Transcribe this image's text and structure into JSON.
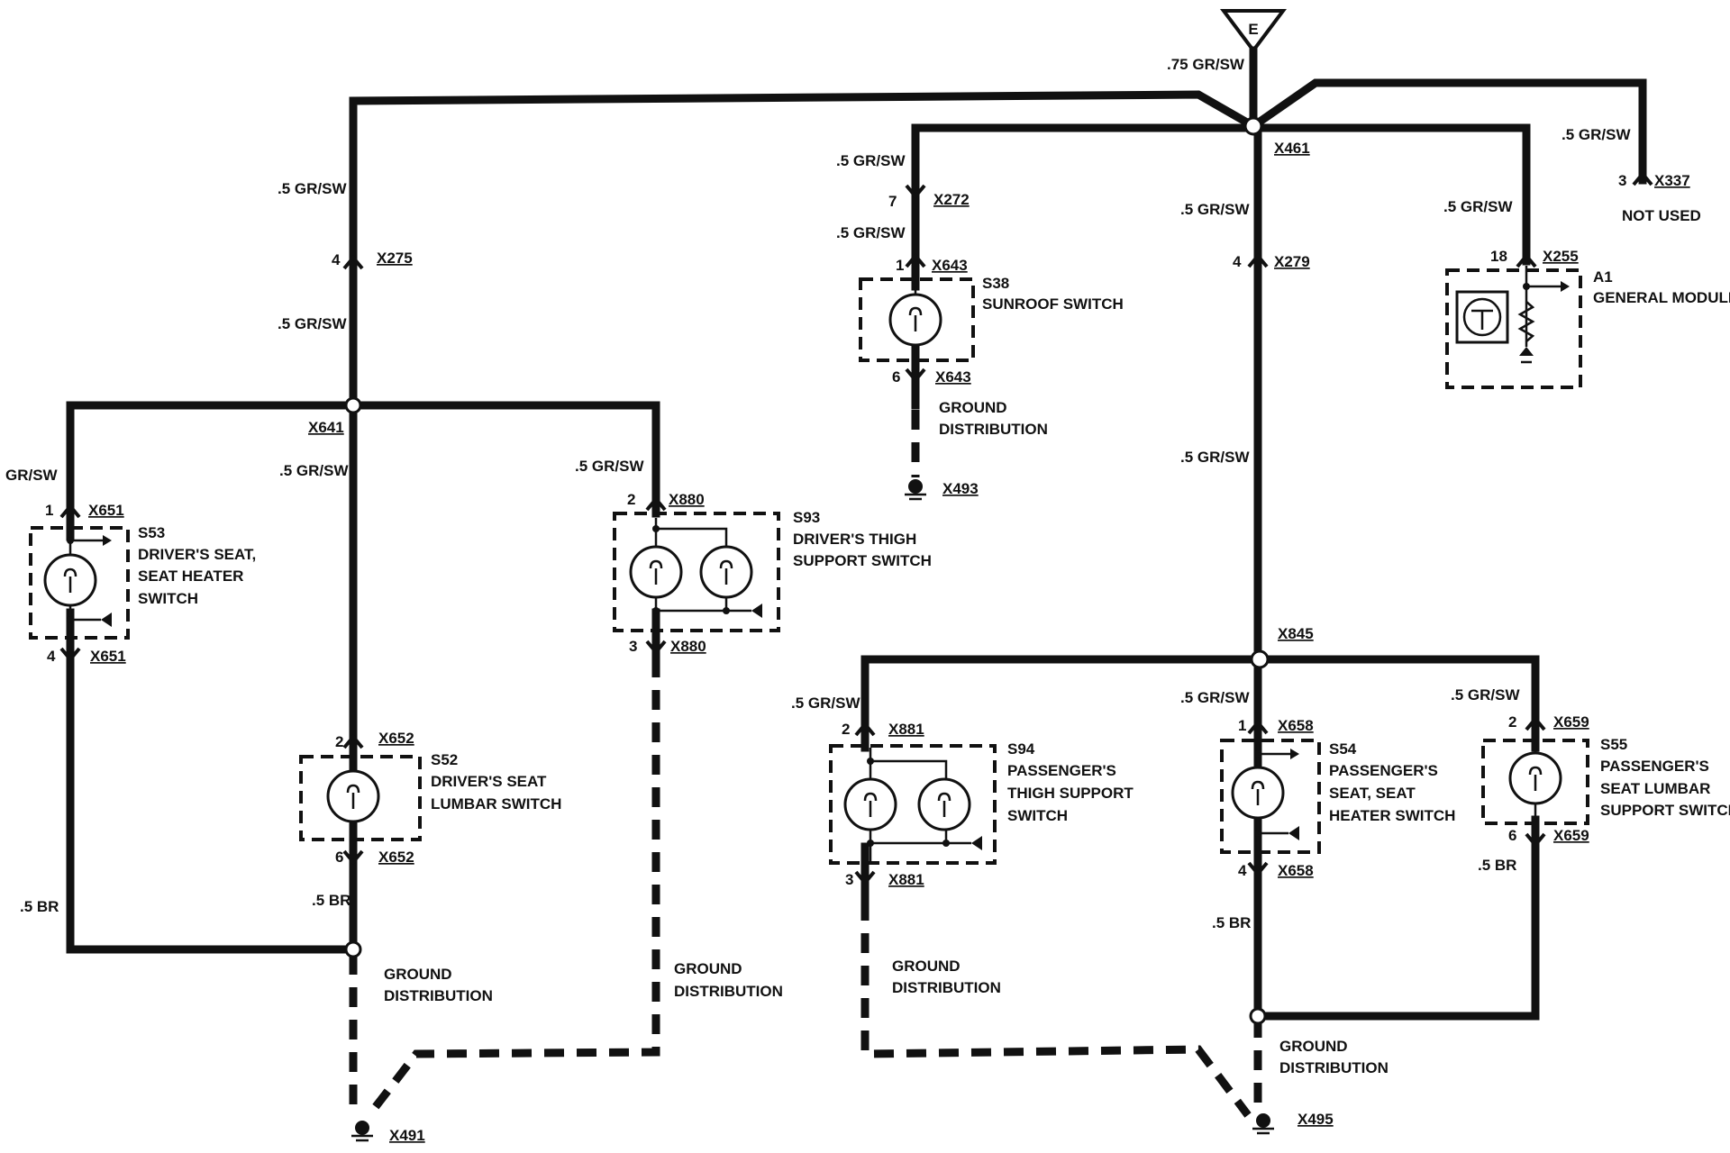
{
  "source_connector": "E",
  "wires": {
    "w_75_grsw": ".75 GR/SW",
    "w_5_grsw": ".5 GR/SW",
    "w_grsw": "GR/SW",
    "w_5_br": ".5 BR"
  },
  "connectors": {
    "x461": "X461",
    "x337": "X337",
    "x337_pin": "3",
    "not_used": "NOT USED",
    "x272": "X272",
    "x272_pin": "7",
    "x643": "X643",
    "x643_pin_in": "1",
    "x643_pin_out": "6",
    "x279": "X279",
    "x279_pin": "4",
    "x255": "X255",
    "x255_pin": "18",
    "x275": "X275",
    "x275_pin": "4",
    "x641": "X641",
    "x651": "X651",
    "x651_pin_in": "1",
    "x651_pin_out": "4",
    "x880": "X880",
    "x880_pin_in": "2",
    "x880_pin_out": "3",
    "x652": "X652",
    "x652_pin_in": "2",
    "x652_pin_out": "6",
    "x845": "X845",
    "x881": "X881",
    "x881_pin_in": "2",
    "x881_pin_out": "3",
    "x658": "X658",
    "x658_pin_in": "1",
    "x658_pin_out": "4",
    "x659": "X659",
    "x659_pin_in": "2",
    "x659_pin_out": "6",
    "x493": "X493",
    "x491": "X491",
    "x495": "X495"
  },
  "components": {
    "s38": {
      "id": "S38",
      "name": "SUNROOF SWITCH"
    },
    "a1": {
      "id": "A1",
      "name": "GENERAL MODULE"
    },
    "s53": {
      "id": "S53",
      "line1": "DRIVER'S SEAT,",
      "line2": "SEAT HEATER",
      "line3": "SWITCH"
    },
    "s93": {
      "id": "S93",
      "line1": "DRIVER'S THIGH",
      "line2": "SUPPORT SWITCH"
    },
    "s52": {
      "id": "S52",
      "line1": "DRIVER'S SEAT",
      "line2": "LUMBAR SWITCH"
    },
    "s94": {
      "id": "S94",
      "line1": "PASSENGER'S",
      "line2": "THIGH SUPPORT",
      "line3": "SWITCH"
    },
    "s54": {
      "id": "S54",
      "line1": "PASSENGER'S",
      "line2": "SEAT, SEAT",
      "line3": "HEATER SWITCH"
    },
    "s55": {
      "id": "S55",
      "line1": "PASSENGER'S",
      "line2": "SEAT LUMBAR",
      "line3": "SUPPORT SWITCH"
    }
  },
  "ground": {
    "line1": "GROUND",
    "line2": "DISTRIBUTION"
  }
}
